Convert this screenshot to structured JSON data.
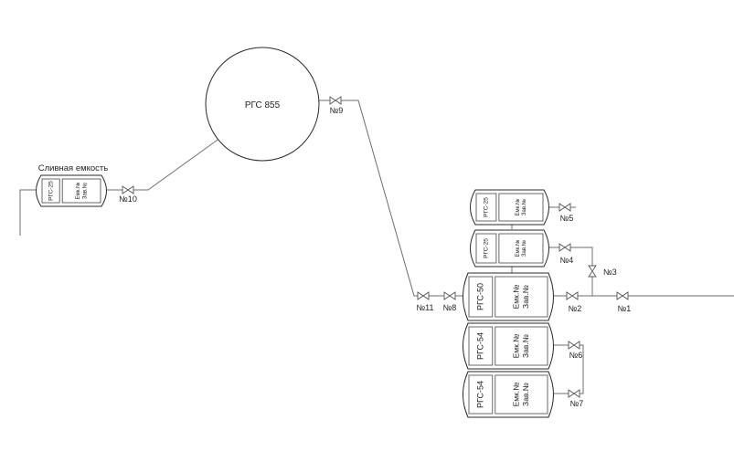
{
  "diagram": {
    "type": "gas-tank-piping-schematic",
    "tanks": [
      {
        "id": "drain",
        "title": "Сливная емкость",
        "model": "РГС-25",
        "plate": [
          "Емк.№",
          "Зав.№"
        ]
      },
      {
        "id": "main",
        "model": "РГС 855"
      },
      {
        "id": "t1",
        "model": "РГС-25",
        "plate": [
          "Емк.№",
          "Зав.№"
        ]
      },
      {
        "id": "t2",
        "model": "РГС-25",
        "plate": [
          "Емк.№",
          "Зав.№"
        ]
      },
      {
        "id": "t3",
        "model": "РГС-50",
        "plate": [
          "Емк.№",
          "Зав.№"
        ]
      },
      {
        "id": "t4",
        "model": "РГС-54",
        "plate": [
          "Емк.№",
          "Зав.№"
        ]
      },
      {
        "id": "t5",
        "model": "РГС-54",
        "plate": [
          "Емк.№",
          "Зав.№"
        ]
      }
    ],
    "valves": [
      {
        "id": "v1",
        "label": "№1"
      },
      {
        "id": "v2",
        "label": "№2"
      },
      {
        "id": "v3",
        "label": "№3"
      },
      {
        "id": "v4",
        "label": "№4"
      },
      {
        "id": "v5",
        "label": "№5"
      },
      {
        "id": "v6",
        "label": "№6"
      },
      {
        "id": "v7",
        "label": "№7"
      },
      {
        "id": "v8",
        "label": "№8"
      },
      {
        "id": "v9",
        "label": "№9"
      },
      {
        "id": "v10",
        "label": "№10"
      },
      {
        "id": "v11",
        "label": "№11"
      }
    ]
  }
}
